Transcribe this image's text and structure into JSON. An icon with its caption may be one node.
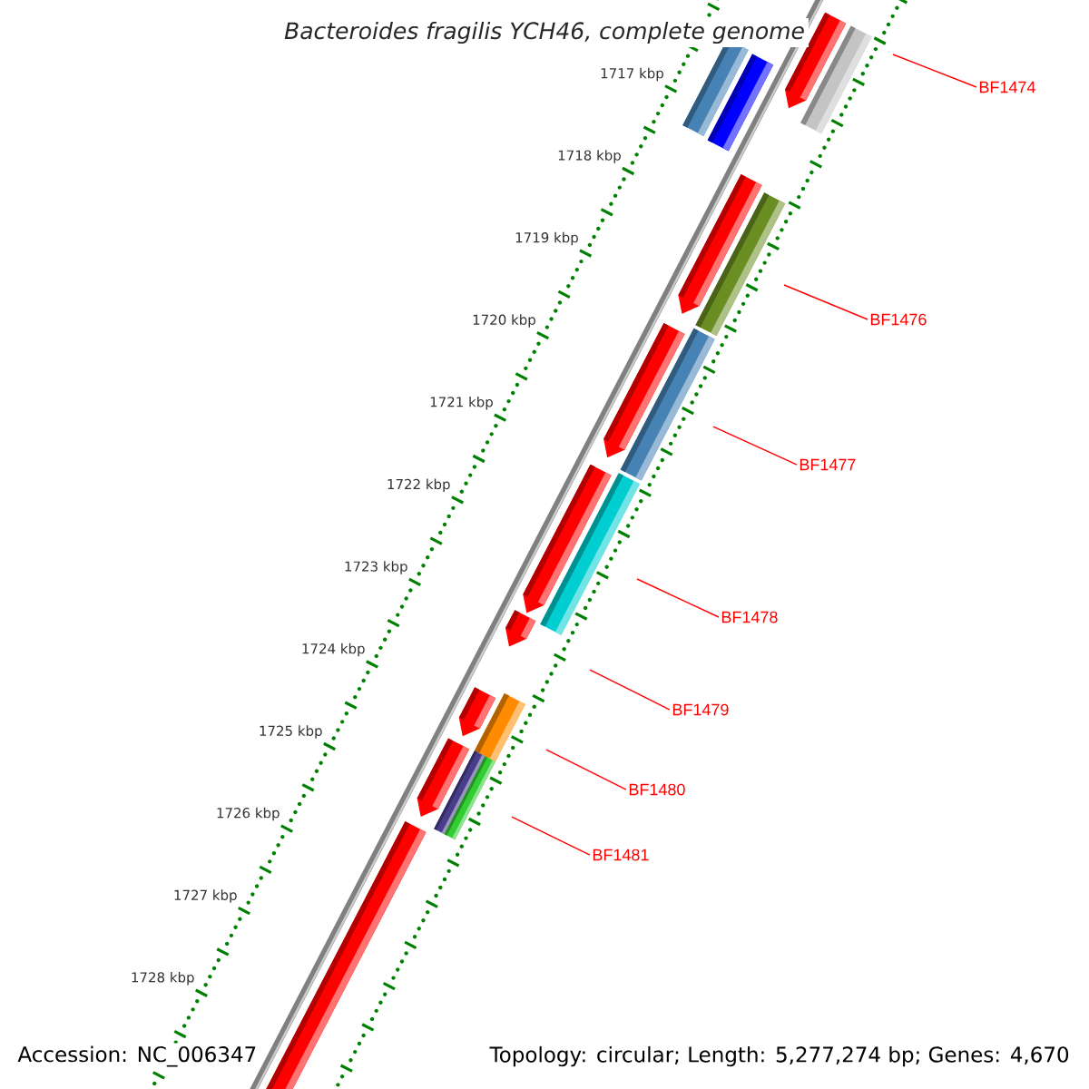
{
  "diagram": {
    "title": "Bacteroides fragilis YCH46, complete genome",
    "nodes": [
      {
        "text": [
          "BF1474"
        ]
      },
      {
        "text": [
          "BF1476"
        ]
      },
      {
        "text": [
          "BF1477"
        ]
      },
      {
        "text": [
          "BF1478"
        ]
      },
      {
        "text": [
          "BF1479"
        ]
      },
      {
        "text": [
          "BF1480"
        ]
      },
      {
        "text": [
          "BF1481"
        ]
      }
    ],
    "edges": [
      {
        "from": 0,
        "to": null,
        "arrow": "none"
      },
      {
        "from": 1,
        "to": null,
        "arrow": "none"
      },
      {
        "from": 2,
        "to": null,
        "arrow": "none"
      },
      {
        "from": 3,
        "to": null,
        "arrow": "none"
      },
      {
        "from": 4,
        "to": null,
        "arrow": "none"
      },
      {
        "from": 5,
        "to": null,
        "arrow": "none"
      },
      {
        "from": 6,
        "to": null,
        "arrow": "none"
      }
    ],
    "labels": [
      "1717 kbp",
      "1718 kbp",
      "1719 kbp",
      "1720 kbp",
      "1721 kbp",
      "1722 kbp",
      "1723 kbp",
      "1724 kbp",
      "1725 kbp",
      "1726 kbp",
      "1727 kbp",
      "1728 kbp",
      "Accession: NC_006347",
      "Topology: circular; Length: 5,277,274 bp; Genes: 4,670"
    ]
  }
}
